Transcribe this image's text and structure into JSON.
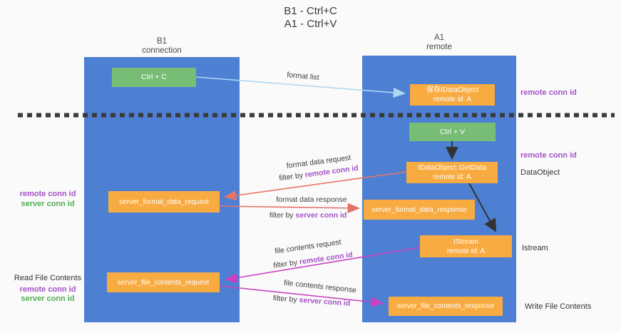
{
  "title": {
    "line1": "B1 - Ctrl+C",
    "line2": "A1 - Ctrl+V"
  },
  "lanes": {
    "left": {
      "name": "B1",
      "subtitle": "connection"
    },
    "right": {
      "name": "A1",
      "subtitle": "remote"
    }
  },
  "nodes": {
    "ctrl_c": {
      "label": "Ctrl + C"
    },
    "save_dataobject": {
      "line1": "保存IDataObject",
      "line2": "remote id: A"
    },
    "ctrl_v": {
      "label": "Ctrl + V"
    },
    "getdata": {
      "line1": "IDataObject::GetData",
      "line2": "remote id: A"
    },
    "server_format_data_request": {
      "label": "server_format_data_request"
    },
    "server_format_data_response": {
      "label": "server_format_data_response"
    },
    "istream": {
      "line1": "IStream",
      "line2": "remote id: A"
    },
    "server_file_contents_request": {
      "label": "server_file_contents_request"
    },
    "server_file_contents_response": {
      "label": "server_file_contents_response"
    }
  },
  "flow_labels": {
    "format_list": "format list",
    "format_data_request": "format data request",
    "format_request_filter_prefix": "filter by",
    "format_request_filter_id": "remote conn id",
    "format_data_response": "format data response",
    "format_response_filter_prefix": "filter by",
    "format_response_filter_id": "server conn id",
    "file_contents_request": "file contents request",
    "file_request_filter_prefix": "filter by",
    "file_request_filter_id": "remote conn id",
    "file_contents_response": "file contents response",
    "file_response_filter_prefix": "filter by",
    "file_response_filter_id": "server conn id"
  },
  "margin_labels": {
    "right_remote_conn_id_top": "remote conn id",
    "right_remote_conn_id_mid": "remote conn id",
    "right_dataobject": "DataObject",
    "right_istream": "Istream",
    "right_write_file_contents": "Write File Contents",
    "left_remote_conn_id_mid": "remote conn id",
    "left_server_conn_id_mid": "server conn id",
    "left_read_file_contents": "Read File Contents",
    "left_remote_conn_id_bottom": "remote conn id",
    "left_server_conn_id_bottom": "server conn id"
  },
  "colors": {
    "lane_blue": "#4d80d3",
    "box_green": "#77bd75",
    "box_orange": "#f8ab40",
    "remote_conn_purple": "#a551c9",
    "server_conn_green": "#53ad57",
    "arrow_red": "#e57368",
    "arrow_magenta": "#c940c0",
    "arrow_light_blue": "#aed6f2",
    "arrow_black": "#333333",
    "dashed_separator": "#3a3a3a"
  }
}
